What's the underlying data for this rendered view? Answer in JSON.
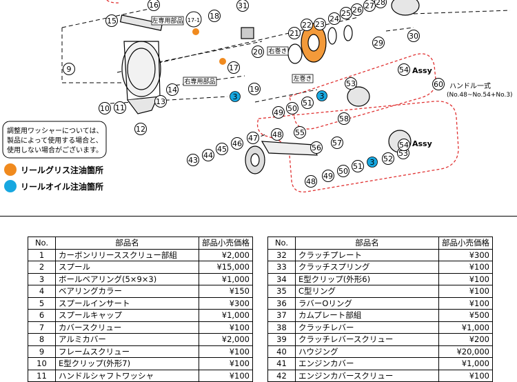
{
  "note": {
    "line1": "調整用ワッシャーについては、",
    "line2": "製品によって使用する場合と、",
    "line3": "使用しない場合がございます。"
  },
  "legend": {
    "grease": {
      "label": "リールグリス注油箇所",
      "color": "#f08a1e"
    },
    "oil": {
      "label": "リールオイル注油箇所",
      "color": "#17a7e0"
    }
  },
  "diagram_labels": {
    "left_only": "左専用部品",
    "right_only": "右専用部品",
    "right_wind": "右巻き",
    "left_wind": "左巻き",
    "assy_top": "Assy",
    "assy_bottom": "Assy",
    "handle_title": "ハンドル一式",
    "handle_range": "(No.48~No.54+No.3)",
    "callouts": [
      "9",
      "10",
      "11",
      "12",
      "13",
      "14",
      "15",
      "16",
      "17-1",
      "17",
      "18",
      "19",
      "20",
      "21",
      "22",
      "23",
      "24",
      "25",
      "26",
      "27",
      "28",
      "29",
      "30",
      "31",
      "3",
      "3",
      "43",
      "44",
      "45",
      "46",
      "47",
      "48",
      "49",
      "50",
      "51",
      "52",
      "53",
      "54",
      "55",
      "56",
      "57",
      "58",
      "48",
      "49",
      "50",
      "51",
      "3",
      "52",
      "53",
      "54",
      "60"
    ]
  },
  "table_headers": {
    "no": "No.",
    "name": "部品名",
    "price": "部品小売価格"
  },
  "left_table": [
    {
      "no": "1",
      "name": "カーボンリリーススクリュー部組",
      "price": "¥2,000"
    },
    {
      "no": "2",
      "name": "スプール",
      "price": "¥15,000"
    },
    {
      "no": "3",
      "name": "ボールベアリング(5×9×3)",
      "price": "¥1,000"
    },
    {
      "no": "4",
      "name": "ベアリングカラー",
      "price": "¥150"
    },
    {
      "no": "5",
      "name": "スプールインサート",
      "price": "¥300"
    },
    {
      "no": "6",
      "name": "スプールキャップ",
      "price": "¥1,000"
    },
    {
      "no": "7",
      "name": "カバースクリュー",
      "price": "¥100"
    },
    {
      "no": "8",
      "name": "アルミカバー",
      "price": "¥2,000"
    },
    {
      "no": "9",
      "name": "フレームスクリュー",
      "price": "¥100"
    },
    {
      "no": "10",
      "name": "E型クリップ(外形7)",
      "price": "¥100"
    },
    {
      "no": "11",
      "name": "ハンドルシャフトワッシャ",
      "price": "¥100"
    }
  ],
  "right_table": [
    {
      "no": "32",
      "name": "クラッチプレート",
      "price": "¥300"
    },
    {
      "no": "33",
      "name": "クラッチスプリング",
      "price": "¥100"
    },
    {
      "no": "34",
      "name": "E型クリップ(外形6)",
      "price": "¥100"
    },
    {
      "no": "35",
      "name": "C型リング",
      "price": "¥100"
    },
    {
      "no": "36",
      "name": "ラバーOリング",
      "price": "¥100"
    },
    {
      "no": "37",
      "name": "カムプレート部組",
      "price": "¥500"
    },
    {
      "no": "38",
      "name": "クラッチレバー",
      "price": "¥1,000"
    },
    {
      "no": "39",
      "name": "クラッチレバースクリュー",
      "price": "¥200"
    },
    {
      "no": "40",
      "name": "ハウジング",
      "price": "¥20,000"
    },
    {
      "no": "41",
      "name": "エンジンカバー",
      "price": "¥1,000"
    },
    {
      "no": "42",
      "name": "エンジンカバースクリュー",
      "price": "¥100"
    }
  ]
}
